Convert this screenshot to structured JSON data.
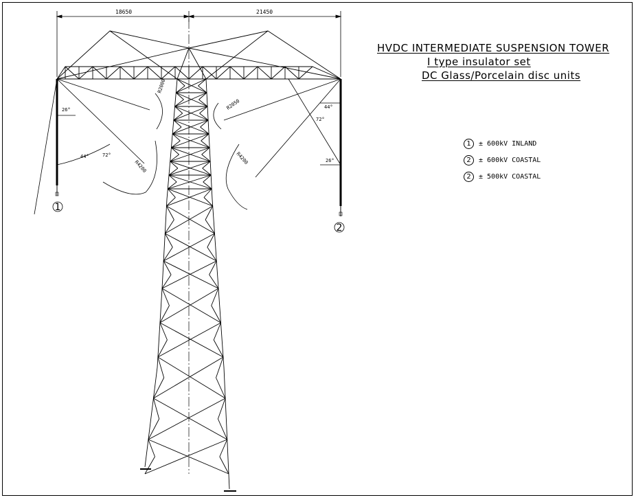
{
  "title": {
    "line1": "HVDC INTERMEDIATE SUSPENSION TOWER",
    "line2": "I type insulator set",
    "line3": "DC Glass/Porcelain disc units"
  },
  "dimensions": {
    "left_span": "18650",
    "right_span": "21450"
  },
  "annotations": {
    "left_angle_top": "26°",
    "left_angle_mid": "44°",
    "left_angle_low": "72°",
    "left_r_small": "R2000",
    "left_r_large": "R4200",
    "right_r_small": "R2050",
    "right_r_large": "R4200",
    "right_angle_top": "44°",
    "right_angle_mid": "72°",
    "right_angle_low": "26°"
  },
  "callouts": {
    "left": "1",
    "right": "2"
  },
  "legend": [
    {
      "num": "1",
      "text": "± 600kV INLAND"
    },
    {
      "num": "2",
      "text": "± 600kV COASTAL"
    },
    {
      "num": "2",
      "text": "± 500kV COASTAL"
    }
  ]
}
